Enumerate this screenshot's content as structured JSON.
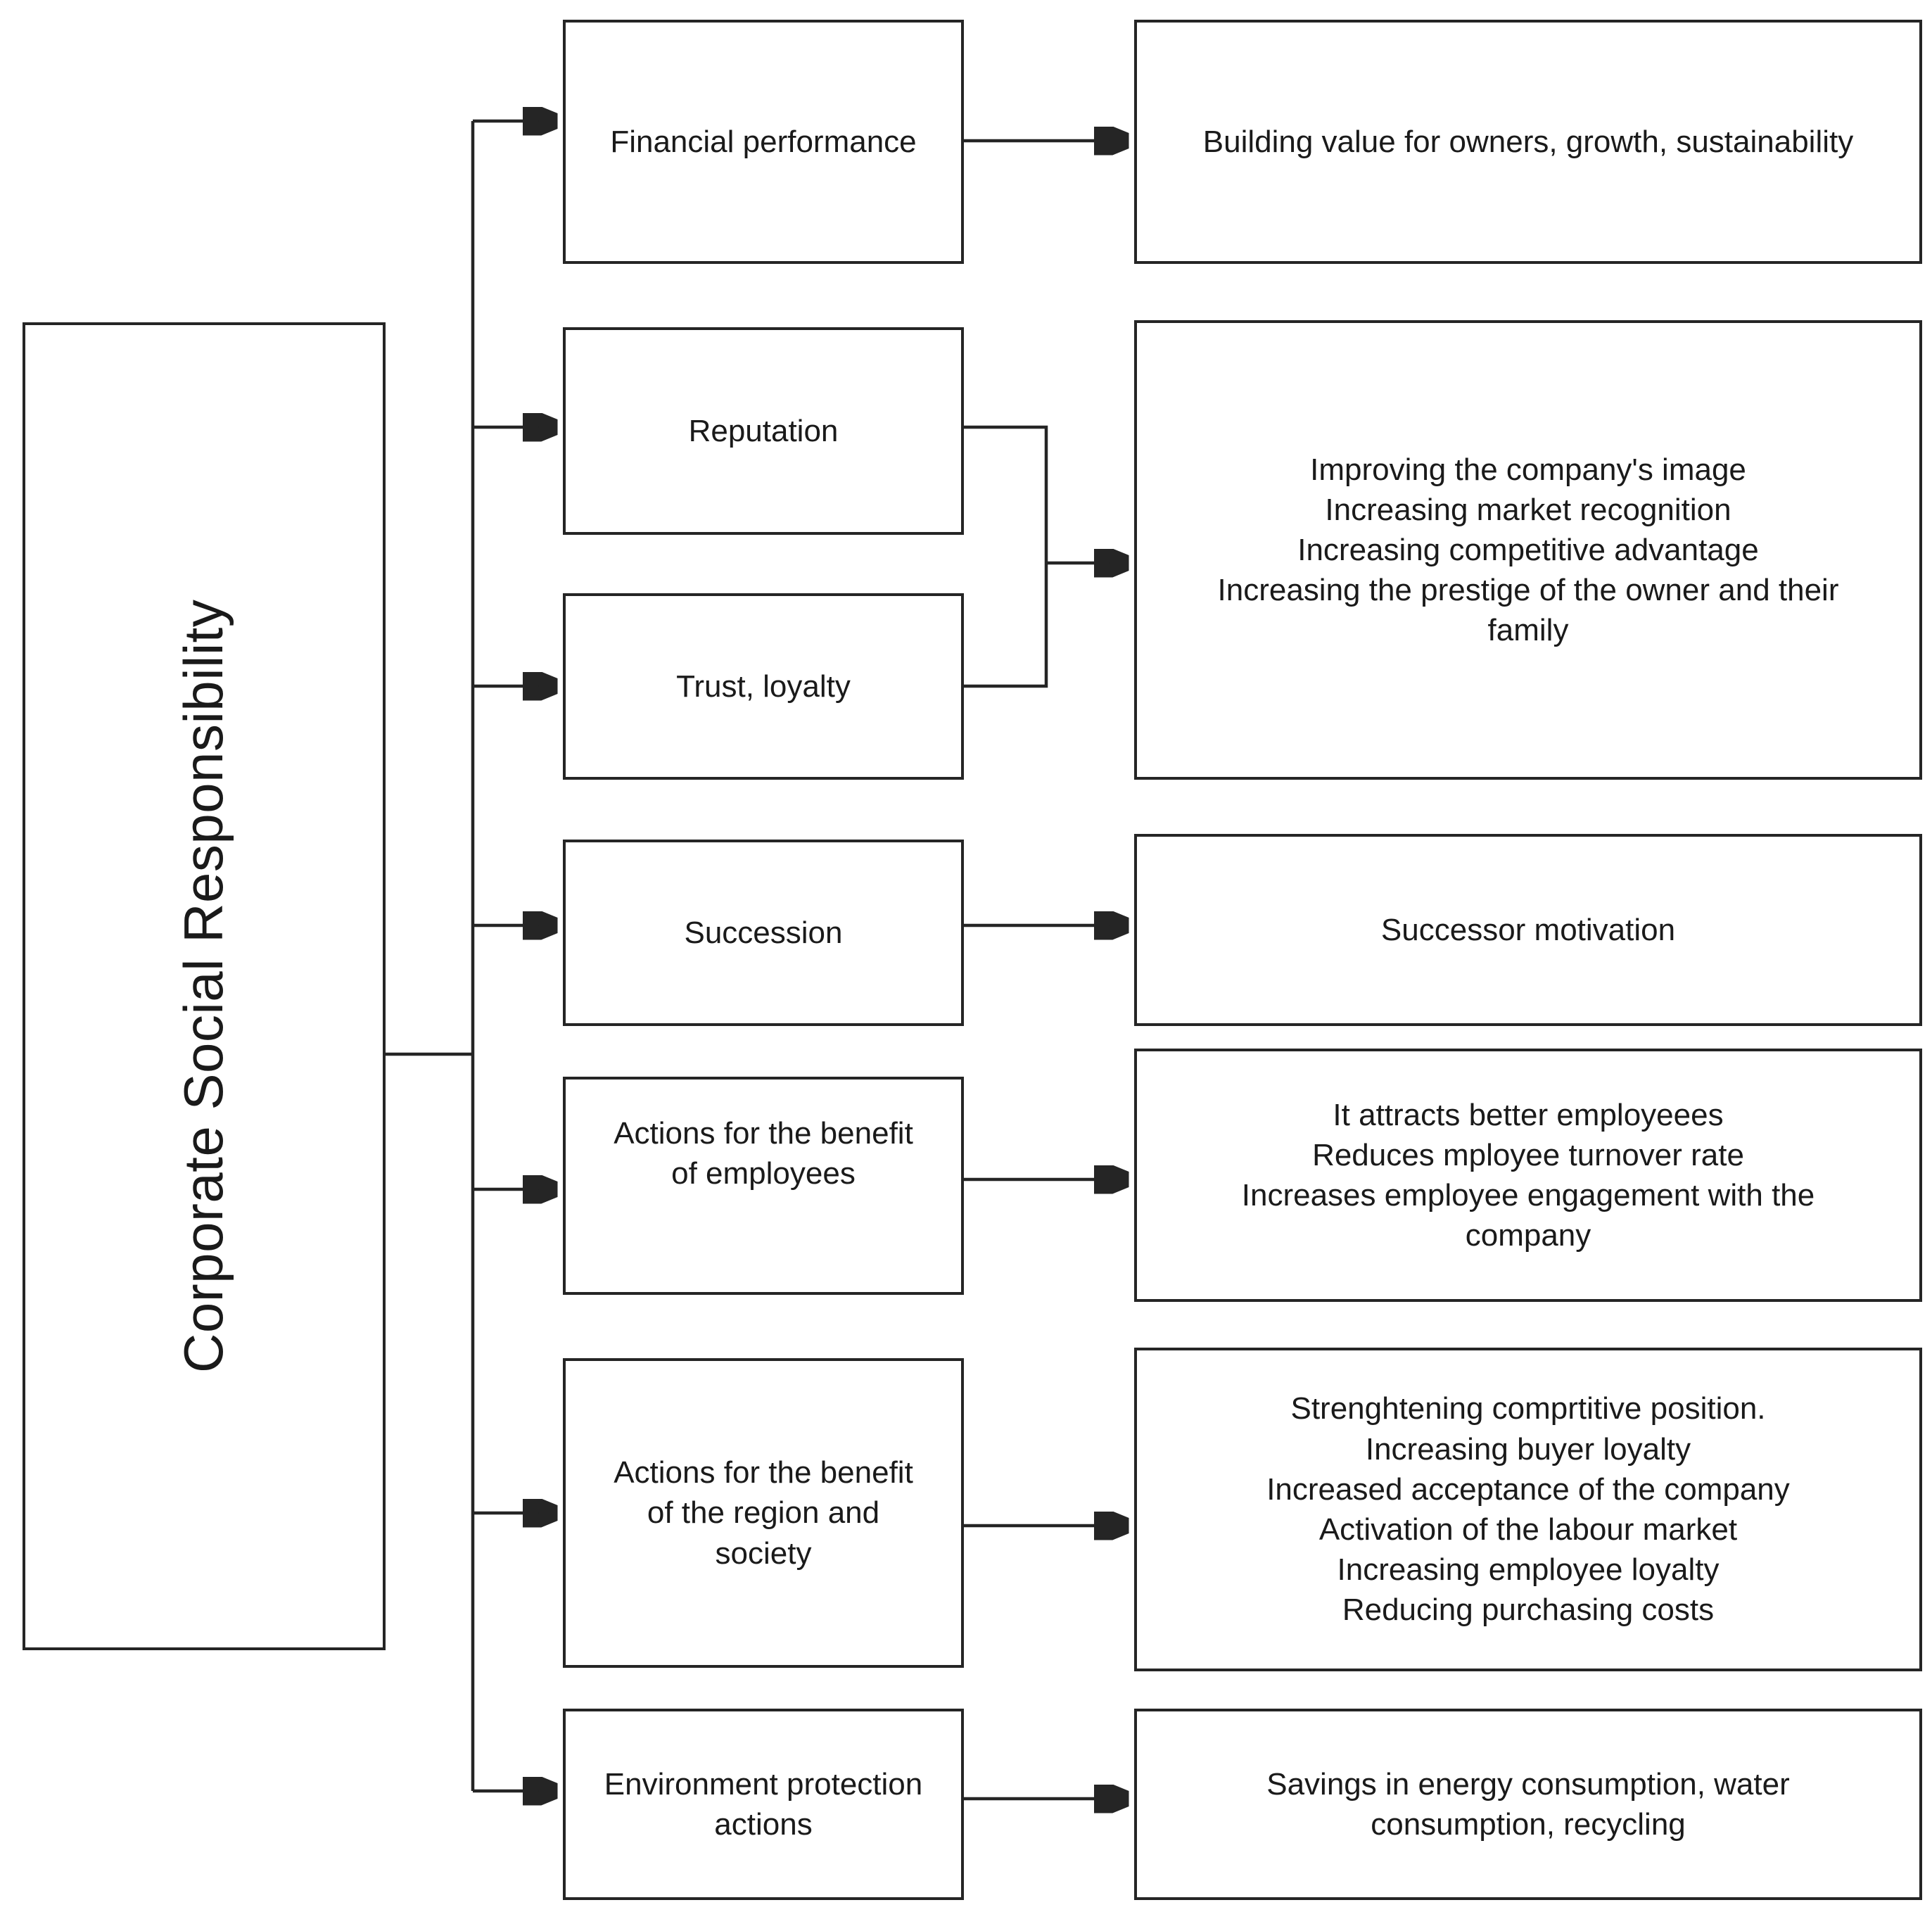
{
  "diagram": {
    "title": "Corporate Social Responsibility",
    "root": {
      "label": "Corporate Social Responsibility"
    },
    "drivers": [
      {
        "id": "financial-performance",
        "label": "Financial performance"
      },
      {
        "id": "reputation",
        "label": "Reputation"
      },
      {
        "id": "trust-loyalty",
        "label": "Trust, loyalty"
      },
      {
        "id": "succession",
        "label": "Succession"
      },
      {
        "id": "actions-employees",
        "label": "Actions for the benefit\nof employees"
      },
      {
        "id": "actions-region-society",
        "label": "Actions for the benefit\nof the region and\nsociety"
      },
      {
        "id": "environment-protection",
        "label": "Environment protection\nactions"
      }
    ],
    "outcomes": [
      {
        "id": "outcome-financial",
        "label": "Building value for owners, growth, sustainability"
      },
      {
        "id": "outcome-reputation-trust",
        "label": "Improving the company's image\nIncreasing market recognition\nIncreasing competitive advantage\nIncreasing the prestige of the owner and their\nfamily"
      },
      {
        "id": "outcome-succession",
        "label": "Successor motivation"
      },
      {
        "id": "outcome-employees",
        "label": "It attracts better employeees\nReduces mployee turnover rate\nIncreases employee engagement with the\ncompany"
      },
      {
        "id": "outcome-region-society",
        "label": "Strenghtening comprtitive position.\nIncreasing buyer loyalty\nIncreased acceptance of the company\nActivation of the labour market\nIncreasing employee loyalty\nReducing purchasing costs"
      },
      {
        "id": "outcome-environment",
        "label": "Savings in energy consumption, water\nconsumption, recycling"
      }
    ],
    "colors": {
      "stroke": "#252525",
      "text": "#1a1a1a",
      "background": "#ffffff"
    }
  }
}
